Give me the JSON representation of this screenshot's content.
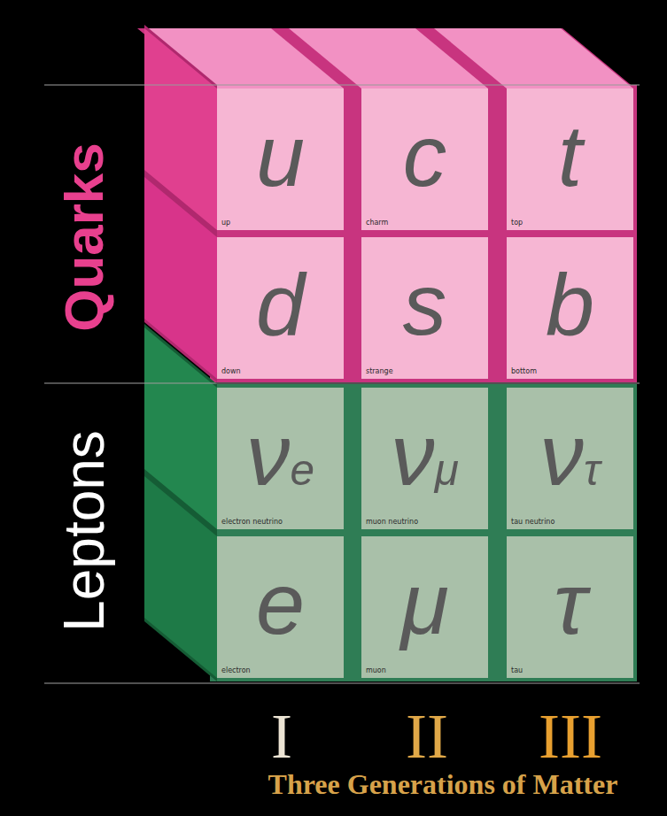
{
  "diagram": {
    "caption": "Three Generations of Matter",
    "nodes": [
      {
        "text": [
          "u",
          "up"
        ]
      },
      {
        "text": [
          "c",
          "charm"
        ]
      },
      {
        "text": [
          "t",
          "top"
        ]
      },
      {
        "text": [
          "d",
          "down"
        ]
      },
      {
        "text": [
          "s",
          "strange"
        ]
      },
      {
        "text": [
          "b",
          "bottom"
        ]
      },
      {
        "text": [
          "νe",
          "electron neutrino"
        ]
      },
      {
        "text": [
          "νμ",
          "muon neutrino"
        ]
      },
      {
        "text": [
          "ντ",
          "tau neutrino"
        ]
      },
      {
        "text": [
          "e",
          "electron"
        ]
      },
      {
        "text": [
          "μ",
          "muon"
        ]
      },
      {
        "text": [
          "τ",
          "tau"
        ]
      }
    ],
    "labels": [
      "Quarks",
      "Leptons",
      "I",
      "II",
      "III"
    ]
  }
}
